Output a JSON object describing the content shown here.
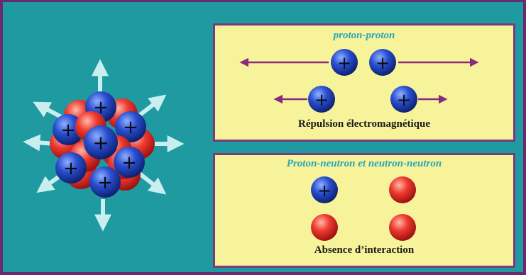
{
  "top_panel": {
    "title": "proton-proton",
    "caption": "Répulsion électromagnétique"
  },
  "bottom_panel": {
    "title": "Proton-neutron et neutron-neutron",
    "caption": "Absence d’interaction"
  },
  "proton_symbol": "+",
  "colors": {
    "background": "#1e9aa0",
    "panel": "#f6f39a",
    "panel_border": "#7a3a7c",
    "proton": "#1f3fae",
    "neutron": "#e02a2a",
    "arrow_purple": "#8a2a7a",
    "arrow_light": "#c8eef0",
    "title_teal": "#2aa6b8"
  }
}
